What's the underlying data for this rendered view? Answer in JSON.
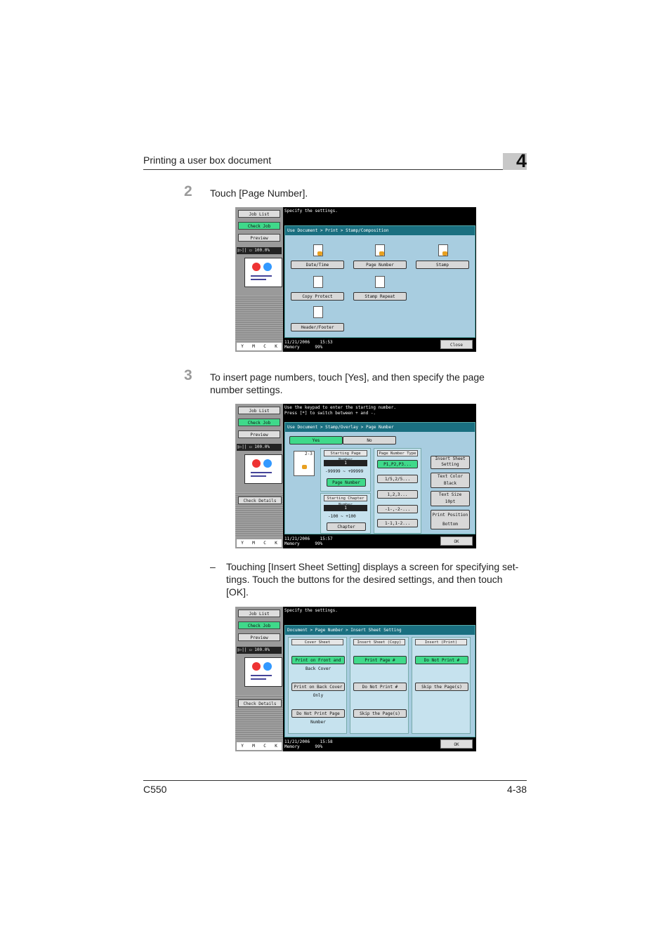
{
  "header": {
    "section_title": "Printing a user box document",
    "chapter": "4"
  },
  "steps": [
    {
      "number": "2",
      "text": "Touch [Page Number]."
    },
    {
      "number": "3",
      "text_line1": "To insert page numbers, touch [Yes], and then specify the page",
      "text_line2": "number settings."
    }
  ],
  "bullet": {
    "dash": "–",
    "line1": "Touching [Insert Sheet Setting] displays a screen for specifying set-",
    "line2": "tings. Touch the buttons for the desired settings, and then touch",
    "line3": "[OK]."
  },
  "common": {
    "job_list": "Job List",
    "check_job": "Check Job",
    "preview": "Preview",
    "status_line": "▯▷|| ▭   100.0%",
    "check_details": "Check Details",
    "toner": [
      "Y",
      "M",
      "C",
      "K"
    ],
    "memory_label": "Memory",
    "memory_value": "99%"
  },
  "screen1": {
    "instruction": "Specify the settings.",
    "breadcrumb": "Use Document > Print > Stamp/Composition",
    "buttons": [
      "Date/Time",
      "Page Number",
      "Stamp",
      "Copy Protect",
      "Stamp Repeat",
      "Header/Footer"
    ],
    "date": "11/21/2006",
    "time": "15:53",
    "close": "Close"
  },
  "screen2": {
    "instruction_line1": "Use the keypad to enter the starting number.",
    "instruction_line2": "Press [*] to switch between + and -.",
    "breadcrumb": "Use Document > Stamp/Overlay > Page Number",
    "yes": "Yes",
    "no": "No",
    "preview_label": "2-3",
    "starting_page_title": "Starting Page Number",
    "starting_page_value": "1",
    "starting_page_range": "-99999  ~  +99999",
    "page_number_btn": "Page Number",
    "starting_chapter_title": "Starting Chapter Number",
    "starting_chapter_value": "1",
    "starting_chapter_range": "-100  ~  +100",
    "chapter_btn": "Chapter",
    "type_title": "Page Number Type",
    "types": [
      "P1,P2,P3...",
      "1/5,2/5...",
      "1,2,3...",
      "-1-,-2-...",
      "1-1,1-2..."
    ],
    "insert_sheet": "Insert Sheet Setting",
    "text_color_label": "Text Color",
    "text_color_value": "Black",
    "text_size_label": "Text Size",
    "text_size_value": "10pt",
    "print_position_label": "Print Position",
    "print_position_value": "Bottom",
    "date": "11/21/2006",
    "time": "15:57",
    "ok": "OK"
  },
  "screen3": {
    "instruction": "Specify the settings.",
    "breadcrumb": "Document > Page Number > Insert Sheet Setting",
    "columns": [
      "Cover Sheet",
      "Insert Sheet (Copy)",
      "Insert (Print)"
    ],
    "col1_buttons": [
      "Print on Front and Back Cover",
      "Print on Back Cover Only",
      "Do Not Print Page Number"
    ],
    "col2_buttons": [
      "Print Page #",
      "Do Not Print #",
      "Skip the Page(s)"
    ],
    "col3_buttons": [
      "Do Not Print #",
      "Skip the Page(s)"
    ],
    "date": "11/21/2006",
    "time": "15:58",
    "ok": "OK"
  },
  "footer": {
    "model": "C550",
    "page": "4-38"
  }
}
